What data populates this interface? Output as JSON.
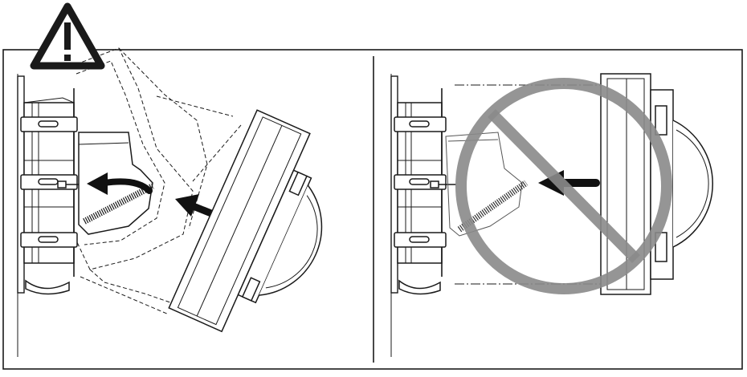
{
  "figure": {
    "panels": [
      {
        "id": "left",
        "kind": "correct-installation"
      },
      {
        "id": "right",
        "kind": "incorrect-installation"
      }
    ],
    "icons": {
      "warning": "warning-triangle-icon",
      "prohibited": "prohibited-circle-icon",
      "arrow": "arrow-icon",
      "curved_arrow": "curved-arrow-icon"
    },
    "colors": {
      "line": "#1a1a1a",
      "prohibited": "#8a8a8a",
      "background": "#ffffff"
    }
  }
}
